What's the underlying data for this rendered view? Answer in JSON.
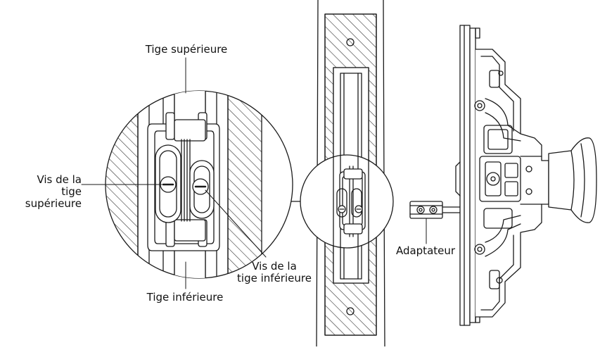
{
  "labels": {
    "upper_rod": "Tige supérieure",
    "lower_rod": "Tige inférieure",
    "upper_rod_screw": [
      "Vis de la",
      "tige",
      "supérieure"
    ],
    "lower_rod_screw": [
      "Vis de la",
      "tige inférieure"
    ],
    "adapter": "Adaptateur"
  },
  "colors": {
    "line": "#1a1a1a",
    "hatch": "#333333",
    "background": "#ffffff"
  }
}
